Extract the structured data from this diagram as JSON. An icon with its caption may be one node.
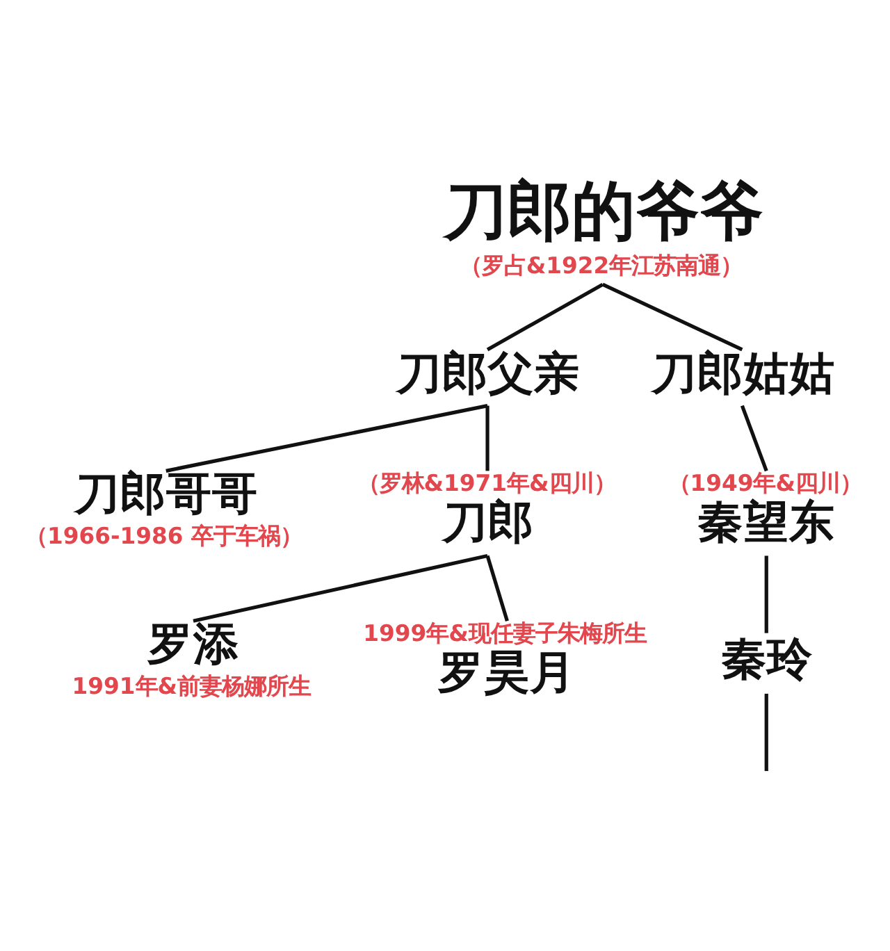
{
  "diagram": {
    "nodes": [
      {
        "text": [
          "刀郎的爷爷"
        ],
        "beside": [
          "（罗占&1922年江苏南通）"
        ]
      },
      {
        "text": [
          "刀郎父亲"
        ]
      },
      {
        "text": [
          "刀郎姑姑"
        ]
      },
      {
        "text": [
          "刀郎哥哥"
        ],
        "beside": [
          "（1966-1986 卒于车祸）"
        ]
      },
      {
        "text": [
          "刀郎"
        ],
        "beside": [
          "（罗林&1971年&四川）"
        ]
      },
      {
        "text": [
          "秦望东"
        ],
        "beside": [
          "（1949年&四川）"
        ]
      },
      {
        "text": [
          "罗添"
        ],
        "beside": [
          "1991年&前妻杨娜所生"
        ]
      },
      {
        "text": [
          "罗昊月"
        ],
        "beside": [
          "1999年&现任妻子朱梅所生"
        ]
      },
      {
        "text": [
          "秦玲"
        ]
      }
    ],
    "edges": [
      {
        "from": 0,
        "to": 1,
        "arrow": "none"
      },
      {
        "from": 0,
        "to": 2,
        "arrow": "none"
      },
      {
        "from": 1,
        "to": 3,
        "arrow": "none"
      },
      {
        "from": 1,
        "to": 4,
        "arrow": "none"
      },
      {
        "from": 2,
        "to": 5,
        "arrow": "none"
      },
      {
        "from": 4,
        "to": 6,
        "arrow": "none"
      },
      {
        "from": 4,
        "to": 7,
        "arrow": "none"
      },
      {
        "from": 5,
        "to": 8,
        "arrow": "none"
      },
      {
        "from": 8,
        "to": null,
        "arrow": "none"
      }
    ]
  }
}
